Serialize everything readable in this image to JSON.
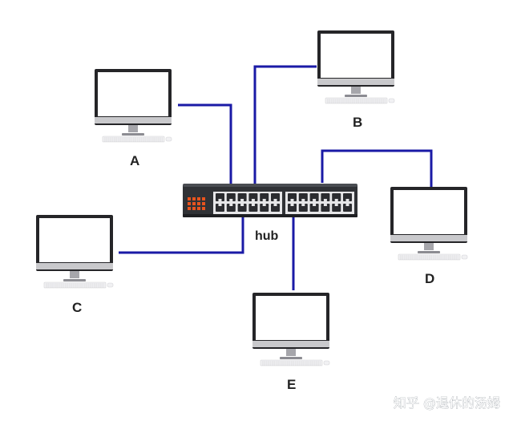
{
  "diagram": {
    "hub": {
      "label": "hub"
    },
    "nodes": [
      {
        "id": "A",
        "label": "A"
      },
      {
        "id": "B",
        "label": "B"
      },
      {
        "id": "C",
        "label": "C"
      },
      {
        "id": "D",
        "label": "D"
      },
      {
        "id": "E",
        "label": "E"
      }
    ],
    "connections": [
      {
        "from": "hub",
        "to": "A"
      },
      {
        "from": "hub",
        "to": "B"
      },
      {
        "from": "hub",
        "to": "C"
      },
      {
        "from": "hub",
        "to": "D"
      },
      {
        "from": "hub",
        "to": "E"
      }
    ],
    "colors": {
      "cable": "#1a1aa6",
      "monitor_frame": "#252528",
      "monitor_screen": "#ffffff",
      "monitor_stand": "#9b9ba0",
      "hub_body": "#303236",
      "hub_ports": "#ffffff",
      "hub_leds": "#e8541e"
    }
  },
  "watermark": {
    "text": "知乎 @退休的汤姆"
  }
}
